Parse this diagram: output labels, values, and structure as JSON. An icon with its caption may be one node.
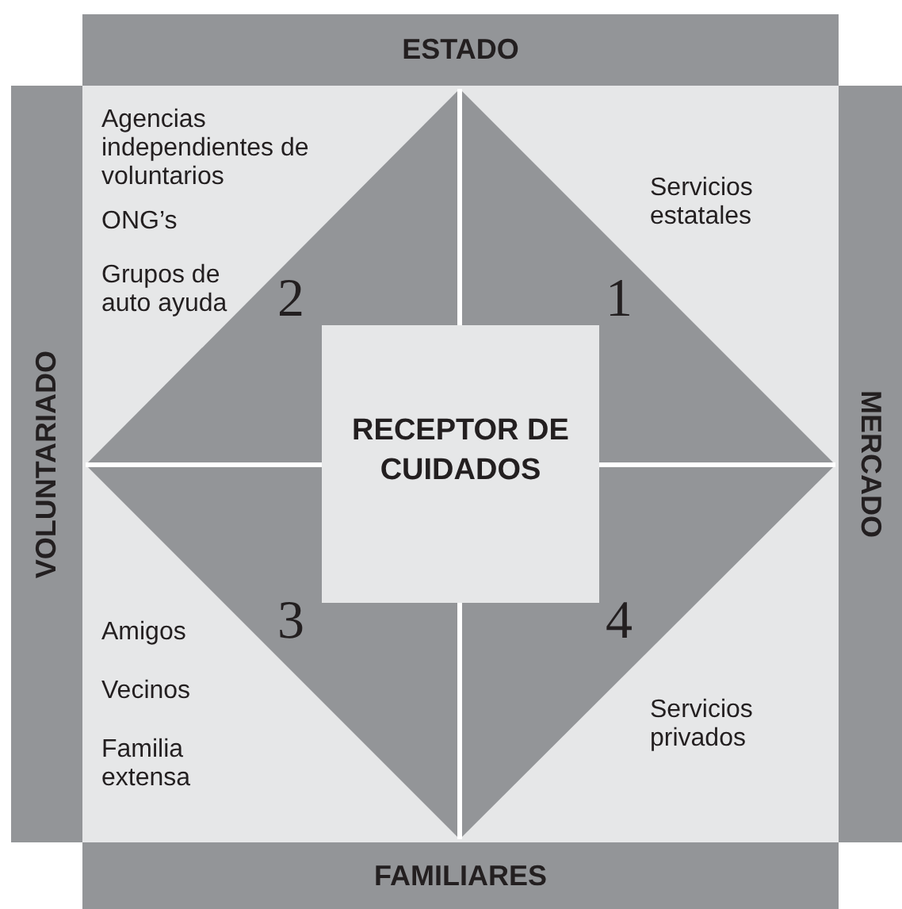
{
  "diagram": {
    "nodes": [
      {
        "text": [
          "ESTADO"
        ]
      },
      {
        "text": [
          "VOLUNTARIADO"
        ]
      },
      {
        "text": [
          "MERCADO"
        ]
      },
      {
        "text": [
          "FAMILIARES"
        ]
      },
      {
        "text": [
          "RECEPTOR DE CUIDADOS"
        ]
      }
    ],
    "labels": [
      "Agencias independientes de voluntarios",
      "ONG’s",
      "Servicios estatales",
      "Grupos de auto ayuda",
      "2",
      "1",
      "3",
      "4",
      "Amigos",
      "Vecinos",
      "Servicios privados",
      "Familia extensa"
    ]
  }
}
